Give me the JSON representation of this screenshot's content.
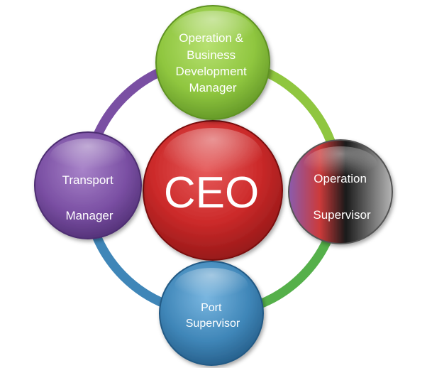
{
  "center": {
    "label": "CEO",
    "color": "#cc2a2a"
  },
  "nodes": {
    "top": {
      "lines": [
        "Operation &",
        "Business",
        "Development",
        "Manager"
      ],
      "color": "#8fc63f"
    },
    "right": {
      "lines": [
        "Operation",
        "Supervisor"
      ],
      "colors": [
        "#8a5cae",
        "#cc3a3a",
        "#1a1a1a",
        "#b5b5b5"
      ]
    },
    "bottom": {
      "lines": [
        "Port",
        "Supervisor"
      ],
      "color": "#3f86b8"
    },
    "left": {
      "lines": [
        "Transport",
        "Manager"
      ],
      "color": "#7a4fa3"
    }
  },
  "ring_colors": {
    "top_right": "#8fc63f",
    "bottom_right": "#55b04a",
    "bottom_left": "#3f86b8",
    "top_left": "#7a4fa3"
  }
}
